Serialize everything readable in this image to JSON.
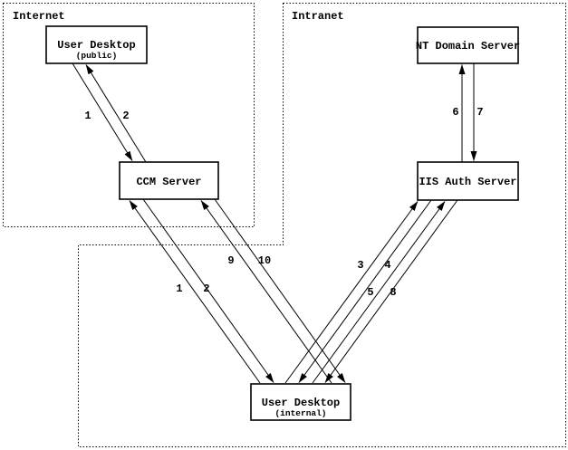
{
  "diagram": {
    "zones": {
      "internet": {
        "label": "Internet"
      },
      "intranet": {
        "label": "Intranet"
      }
    },
    "nodes": {
      "user_desktop_public": {
        "title": "User Desktop",
        "subtitle": "(public)"
      },
      "ccm_server": {
        "title": "CCM Server"
      },
      "nt_domain_server": {
        "title": "NT Domain Server"
      },
      "iis_auth_server": {
        "title": "IIS Auth Server"
      },
      "user_desktop_internal": {
        "title": "User Desktop",
        "subtitle": "(internal)"
      }
    },
    "flow_labels": {
      "public_to_ccm": "1",
      "ccm_to_public": "2",
      "internal_to_ccm": "1",
      "ccm_to_internal": "2",
      "internal_to_iis_a": "3",
      "iis_to_internal_a": "4",
      "internal_to_iis_b": "5",
      "iis_to_nt": "6",
      "nt_to_iis": "7",
      "iis_to_internal_b": "8",
      "internal_to_ccm_b": "9",
      "ccm_to_internal_b": "10"
    },
    "colors": {
      "line": "#000000",
      "box_fill": "#ffffff",
      "background": "#ffffff"
    }
  }
}
